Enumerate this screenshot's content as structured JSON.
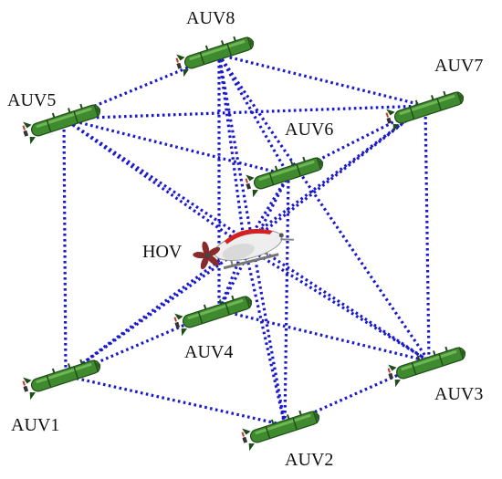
{
  "diagram": {
    "link_color": "#1a1acc",
    "auv_body_color": "#3f8a2e",
    "auv_dark_color": "#1f4d18",
    "hov_body_color": "#eeeeee",
    "hov_top_color": "#d42020",
    "propeller_color": "#8a2a2a",
    "nodes": [
      {
        "id": "AUV1",
        "label": "AUV1",
        "kind": "auv"
      },
      {
        "id": "AUV2",
        "label": "AUV2",
        "kind": "auv"
      },
      {
        "id": "AUV3",
        "label": "AUV3",
        "kind": "auv"
      },
      {
        "id": "AUV4",
        "label": "AUV4",
        "kind": "auv"
      },
      {
        "id": "AUV5",
        "label": "AUV5",
        "kind": "auv"
      },
      {
        "id": "AUV6",
        "label": "AUV6",
        "kind": "auv"
      },
      {
        "id": "AUV7",
        "label": "AUV7",
        "kind": "auv"
      },
      {
        "id": "AUV8",
        "label": "AUV8",
        "kind": "auv"
      },
      {
        "id": "HOV",
        "label": "HOV",
        "kind": "hov"
      }
    ],
    "links": [
      [
        "AUV5",
        "AUV8"
      ],
      [
        "AUV8",
        "AUV7"
      ],
      [
        "AUV5",
        "AUV7"
      ],
      [
        "AUV5",
        "AUV6"
      ],
      [
        "AUV6",
        "AUV7"
      ],
      [
        "AUV5",
        "AUV1"
      ],
      [
        "AUV7",
        "AUV3"
      ],
      [
        "AUV1",
        "AUV2"
      ],
      [
        "AUV2",
        "AUV3"
      ],
      [
        "AUV1",
        "AUV4"
      ],
      [
        "AUV4",
        "AUV3"
      ],
      [
        "AUV8",
        "AUV4"
      ],
      [
        "AUV6",
        "AUV2"
      ],
      [
        "AUV8",
        "AUV2"
      ],
      [
        "AUV8",
        "AUV3"
      ],
      [
        "AUV5",
        "AUV3"
      ],
      [
        "AUV7",
        "AUV1"
      ],
      [
        "AUV6",
        "AUV4"
      ],
      [
        "AUV8",
        "AUV6"
      ],
      [
        "HOV",
        "AUV8"
      ],
      [
        "HOV",
        "AUV6"
      ],
      [
        "HOV",
        "AUV5"
      ],
      [
        "HOV",
        "AUV1"
      ],
      [
        "HOV",
        "AUV2"
      ],
      [
        "HOV",
        "AUV3"
      ],
      [
        "HOV",
        "AUV4"
      ],
      [
        "HOV",
        "AUV7"
      ]
    ]
  }
}
